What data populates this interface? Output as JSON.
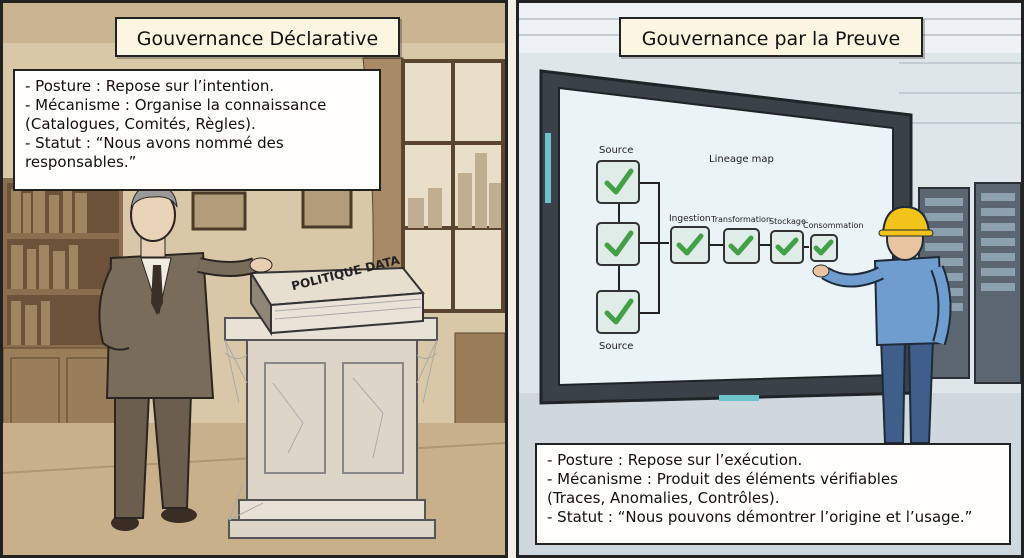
{
  "left": {
    "title": "Gouvernance Déclarative",
    "lines": [
      "- Posture : Repose sur l’intention.",
      "- Mécanisme : Organise la connaissance",
      "(Catalogues, Comités, Règles).",
      "- Statut : “Nous avons nommé des",
      "responsables.”"
    ],
    "book_label": "POLITIQUE DATA"
  },
  "right": {
    "title": "Gouvernance par la Preuve",
    "lines": [
      "- Posture : Repose sur l’exécution.",
      "- Mécanisme : Produit des éléments vérifiables",
      "(Traces, Anomalies, Contrôles).",
      "- Statut : “Nous pouvons démontrer l’origine et l’usage.”"
    ],
    "screen": {
      "map_title": "Lineage map",
      "source_top": "Source",
      "source_bottom": "Source",
      "steps": [
        "Ingestion",
        "Transformation",
        "Stockage",
        "Consommation"
      ]
    }
  }
}
